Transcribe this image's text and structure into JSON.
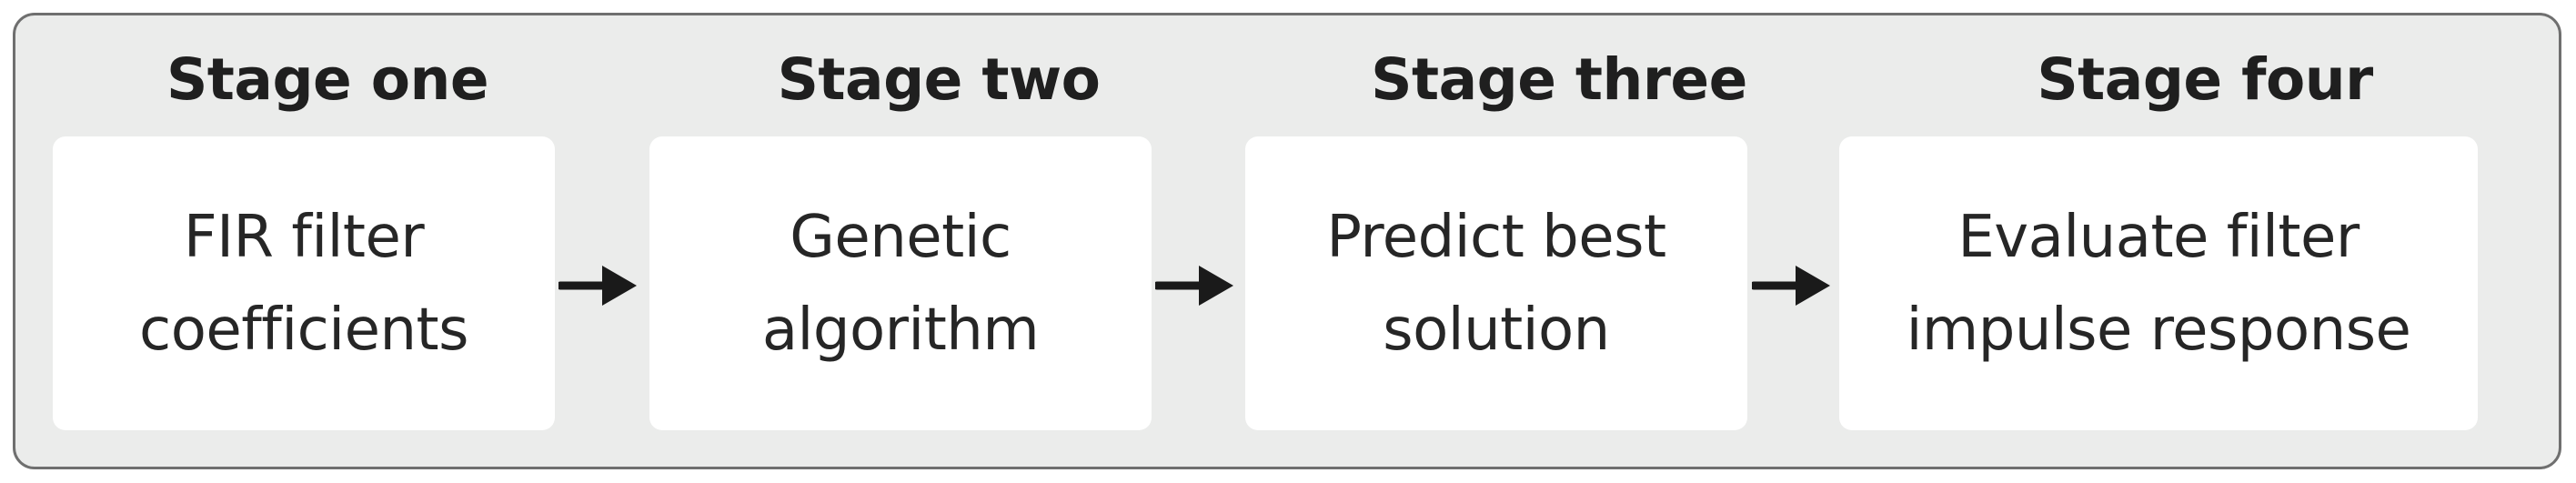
{
  "stages": [
    {
      "title": "Stage one",
      "lines": [
        "FIR filter",
        "coefficients"
      ]
    },
    {
      "title": "Stage two",
      "lines": [
        "Genetic",
        "algorithm"
      ]
    },
    {
      "title": "Stage three",
      "lines": [
        "Predict best",
        "solution"
      ]
    },
    {
      "title": "Stage four",
      "lines": [
        "Evaluate filter",
        "impulse response"
      ]
    }
  ],
  "colors": {
    "panel_background": "#ebeceb",
    "panel_border": "#6f6f6f",
    "box_background": "#ffffff",
    "text": "#1f1f1f",
    "arrow": "#1a1a1a"
  },
  "connector_icon": "right-arrow-icon"
}
